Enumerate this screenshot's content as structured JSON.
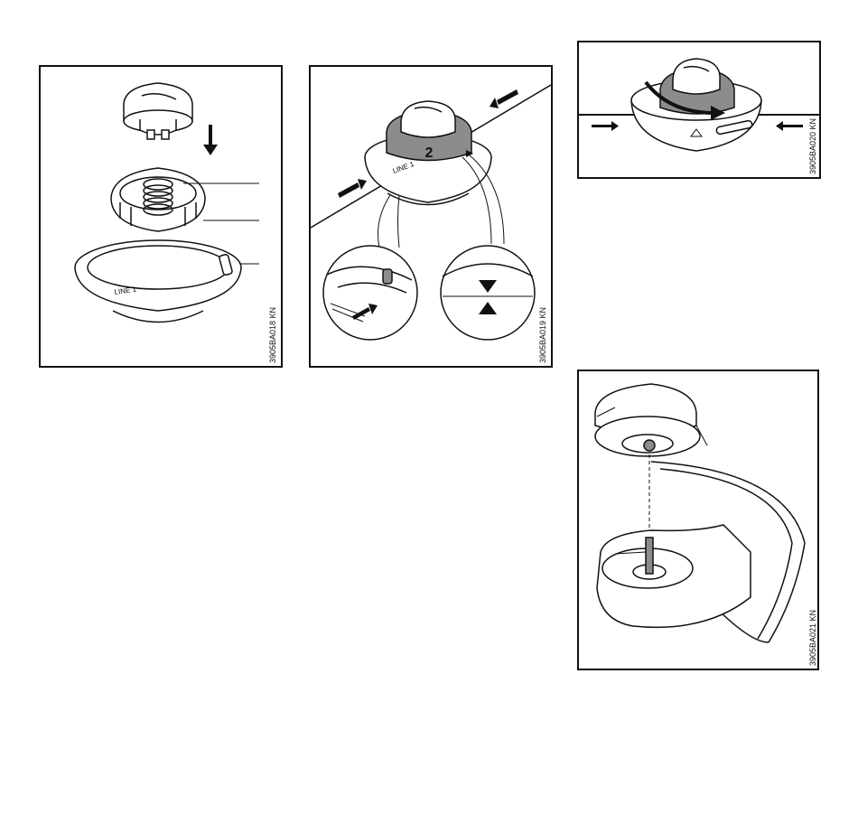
{
  "figures": [
    {
      "code": "3905BA018 KN",
      "spool_label": "LINE 1"
    },
    {
      "code": "3905BA019 KN",
      "spool_label": "LINE 1",
      "knob_number": "2"
    },
    {
      "code": "3905BA020 KN"
    },
    {
      "code": "3905BA021 KN"
    }
  ],
  "colors": {
    "ink": "#111111",
    "shade_gray": "#8c8c8c",
    "paper": "#ffffff"
  }
}
